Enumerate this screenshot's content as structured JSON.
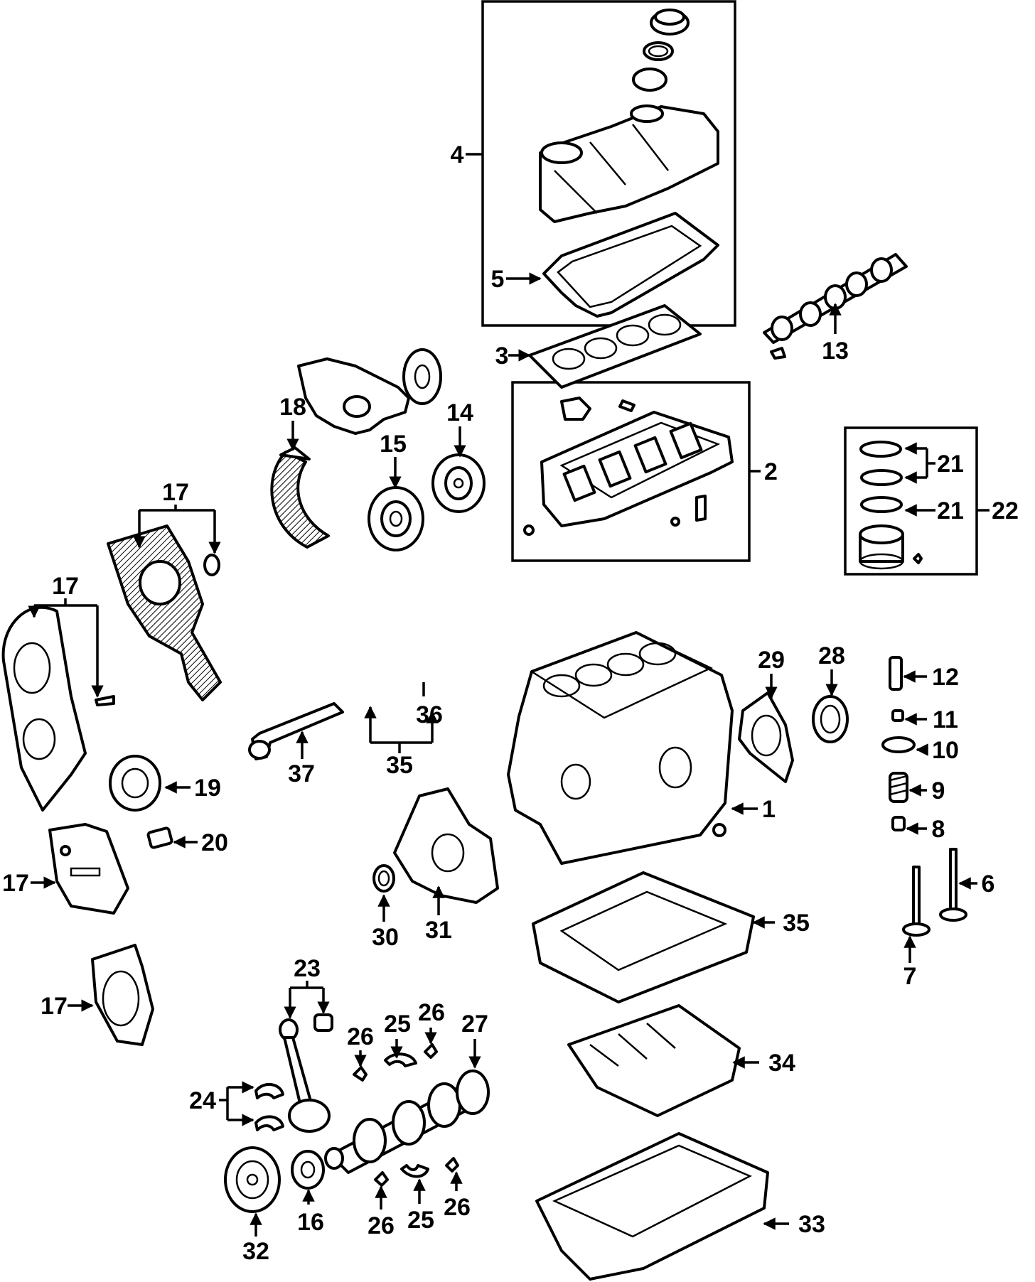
{
  "diagram": {
    "callouts": [
      {
        "id": "c1",
        "text": "1"
      },
      {
        "id": "c2",
        "text": "2"
      },
      {
        "id": "c3",
        "text": "3"
      },
      {
        "id": "c4",
        "text": "4"
      },
      {
        "id": "c5",
        "text": "5"
      },
      {
        "id": "c6",
        "text": "6"
      },
      {
        "id": "c7",
        "text": "7"
      },
      {
        "id": "c8",
        "text": "8"
      },
      {
        "id": "c9",
        "text": "9"
      },
      {
        "id": "c10",
        "text": "10"
      },
      {
        "id": "c11",
        "text": "11"
      },
      {
        "id": "c12",
        "text": "12"
      },
      {
        "id": "c13",
        "text": "13"
      },
      {
        "id": "c14",
        "text": "14"
      },
      {
        "id": "c15",
        "text": "15"
      },
      {
        "id": "c16",
        "text": "16"
      },
      {
        "id": "c17a",
        "text": "17"
      },
      {
        "id": "c17b",
        "text": "17"
      },
      {
        "id": "c17c",
        "text": "17"
      },
      {
        "id": "c17d",
        "text": "17"
      },
      {
        "id": "c18",
        "text": "18"
      },
      {
        "id": "c19",
        "text": "19"
      },
      {
        "id": "c20",
        "text": "20"
      },
      {
        "id": "c21a",
        "text": "21"
      },
      {
        "id": "c21b",
        "text": "21"
      },
      {
        "id": "c22",
        "text": "22"
      },
      {
        "id": "c23",
        "text": "23"
      },
      {
        "id": "c24",
        "text": "24"
      },
      {
        "id": "c25a",
        "text": "25"
      },
      {
        "id": "c25b",
        "text": "25"
      },
      {
        "id": "c26a",
        "text": "26"
      },
      {
        "id": "c26b",
        "text": "26"
      },
      {
        "id": "c26c",
        "text": "26"
      },
      {
        "id": "c26d",
        "text": "26"
      },
      {
        "id": "c27",
        "text": "27"
      },
      {
        "id": "c28",
        "text": "28"
      },
      {
        "id": "c29",
        "text": "29"
      },
      {
        "id": "c30",
        "text": "30"
      },
      {
        "id": "c31",
        "text": "31"
      },
      {
        "id": "c32",
        "text": "32"
      },
      {
        "id": "c33",
        "text": "33"
      },
      {
        "id": "c34",
        "text": "34"
      },
      {
        "id": "c35a",
        "text": "35"
      },
      {
        "id": "c35b",
        "text": "35"
      },
      {
        "id": "c36",
        "text": "36"
      },
      {
        "id": "c37",
        "text": "37"
      }
    ]
  }
}
